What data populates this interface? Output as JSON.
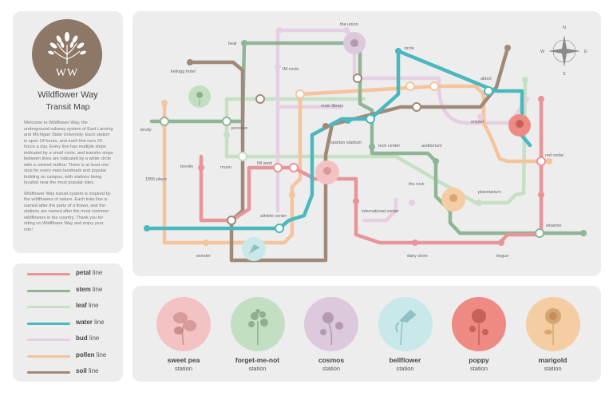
{
  "info": {
    "logo_text": "WW",
    "title": "Wildflower Way",
    "subtitle": "Transit Map",
    "para1": "Welcome to Wildflower Way, the underground subway system of East Lansing and Michigan State University. Each station is open 24 hours, and each line runs 24 hours a day. Every line has multiple stops indicated by a small circle, and transfer stops between lines are indicated by a white circle with a colored outline. There is at least one stop for every main landmark and popular building on campus, with stations being located near the most popular sites.",
    "para2": "Wildflower Way transit system is inspired by the wildflowers of nature. Each train line is named after the parts of a flower, and the stations are named after the most common wildflowers in the country. Thank you for riding on Wildflower Way and enjoy your ride!"
  },
  "legend": [
    {
      "name": "petal",
      "suffix": "line",
      "color": "#e8959a"
    },
    {
      "name": "stem",
      "suffix": "line",
      "color": "#8fb596"
    },
    {
      "name": "leaf",
      "suffix": "line",
      "color": "#c6e0c4"
    },
    {
      "name": "water",
      "suffix": "line",
      "color": "#4bb8c0"
    },
    {
      "name": "bud",
      "suffix": "line",
      "color": "#e7cfe3"
    },
    {
      "name": "pollen",
      "suffix": "line",
      "color": "#f5c49c"
    },
    {
      "name": "soil",
      "suffix": "line",
      "color": "#a08977"
    }
  ],
  "map": {
    "compass": {
      "n": "N",
      "s": "S",
      "e": "E",
      "w": "W"
    },
    "labels": {
      "the_union": "the union",
      "beal": "beal",
      "circle": "circle",
      "im_circle": "IM circle",
      "kellogg_hotel": "kellogg hotel",
      "abbot": "abbot",
      "main_library": "main library",
      "brody": "brody",
      "jennison": "jennison",
      "snyder": "snyder",
      "spartan_stadium": "spartan stadium",
      "tech_center": "tech center",
      "auditorium": "auditorium",
      "red_cedar": "red cedar",
      "breslin": "breslin",
      "munn": "munn",
      "im_west": "IM west",
      "the_rock": "the rock",
      "planetarium": "planetarium",
      "place_1855": "1855 place",
      "international_center": "international center",
      "athlete_center": "athlete center",
      "wharton": "wharton",
      "wonder": "wonder",
      "dairy_store": "dairy store",
      "bogue": "bogue"
    }
  },
  "stations": [
    {
      "name": "sweet pea",
      "sub": "station",
      "color": "#f2c3c2",
      "icon": "sweet-pea-icon"
    },
    {
      "name": "forget-me-not",
      "sub": "station",
      "color": "#c3dfc3",
      "icon": "forget-me-not-icon"
    },
    {
      "name": "cosmos",
      "sub": "station",
      "color": "#dcc9db",
      "icon": "cosmos-icon"
    },
    {
      "name": "bellflower",
      "sub": "station",
      "color": "#c9e8ea",
      "icon": "bellflower-icon"
    },
    {
      "name": "poppy",
      "sub": "station",
      "color": "#ee8a83",
      "icon": "poppy-icon"
    },
    {
      "name": "marigold",
      "sub": "station",
      "color": "#f5cda3",
      "icon": "marigold-icon"
    }
  ]
}
